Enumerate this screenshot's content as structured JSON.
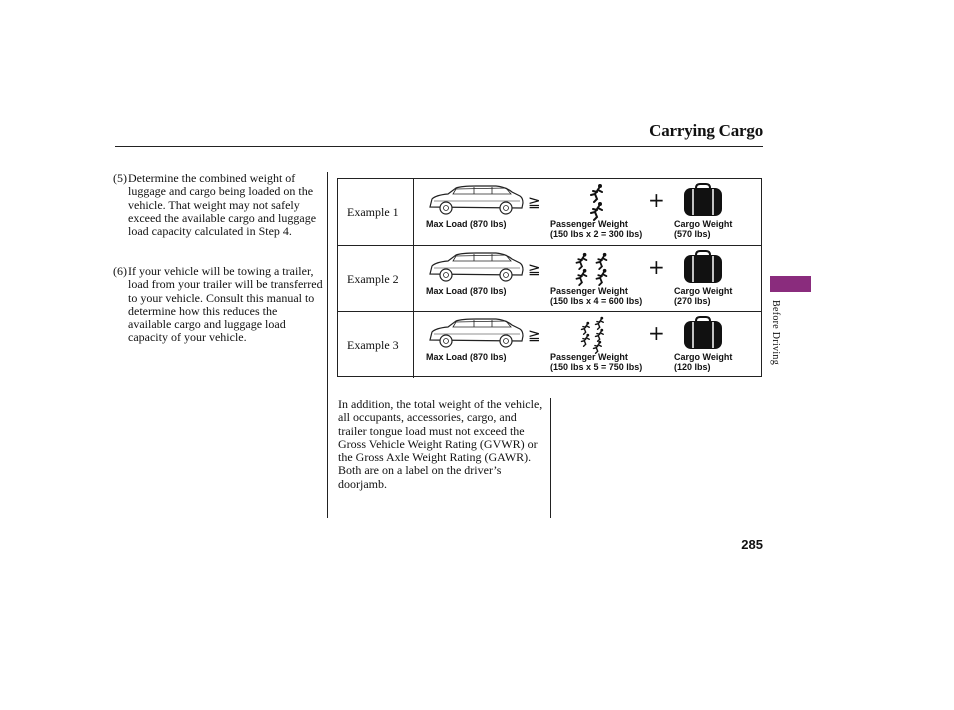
{
  "header": {
    "title": "Carrying Cargo"
  },
  "steps": [
    {
      "num": "(5)",
      "text": "Determine the combined weight of luggage and cargo being loaded on the vehicle. That weight may not safely exceed the available cargo and luggage load capacity calculated in Step 4."
    },
    {
      "num": "(6)",
      "text": "If your vehicle will be towing a trailer, load from your trailer will be transferred to your vehicle. Consult this manual to determine how this reduces the available cargo and luggage load capacity of your vehicle."
    }
  ],
  "table": {
    "geq_symbol": "≧",
    "plus_symbol": "+",
    "rows": [
      {
        "label": "Example 1",
        "max_load": "Max Load (870 lbs)",
        "passenger_title": "Passenger Weight",
        "passenger_calc": "(150 lbs x 2 = 300 lbs)",
        "cargo_title": "Cargo Weight",
        "cargo_value": "(570 lbs)",
        "passengers": 2
      },
      {
        "label": "Example 2",
        "max_load": "Max Load (870 lbs)",
        "passenger_title": "Passenger Weight",
        "passenger_calc": "(150 lbs x 4 = 600 lbs)",
        "cargo_title": "Cargo Weight",
        "cargo_value": "(270 lbs)",
        "passengers": 4
      },
      {
        "label": "Example 3",
        "max_load": "Max Load (870 lbs)",
        "passenger_title": "Passenger Weight",
        "passenger_calc": "(150 lbs x 5 = 750 lbs)",
        "cargo_title": "Cargo Weight",
        "cargo_value": "(120 lbs)",
        "passengers": 5
      }
    ]
  },
  "note": "In addition, the total weight of the vehicle, all occupants, accessories, cargo, and trailer tongue load must not exceed the Gross Vehicle Weight Rating (GVWR) or the Gross Axle Weight Rating (GAWR). Both are on a label on the driver’s doorjamb.",
  "side_tab": {
    "label": "Before Driving",
    "color": "#8a2c7d"
  },
  "page_number": "285"
}
